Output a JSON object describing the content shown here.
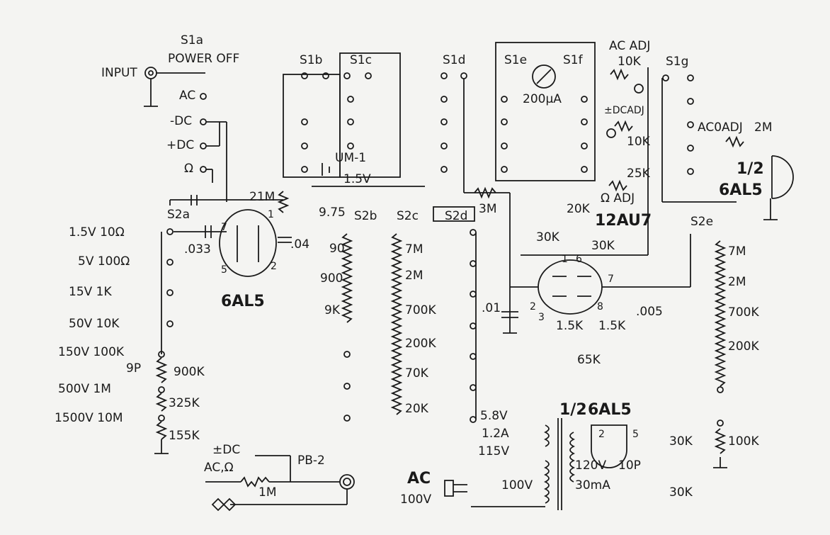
{
  "labels": {
    "input": "INPUT",
    "s1a": "S1a",
    "power_off": "POWER OFF",
    "s1b": "S1b",
    "s1c": "S1c",
    "s1d": "S1d",
    "s1e": "S1e",
    "s1f": "S1f",
    "s1g": "S1g",
    "ac": "AC",
    "minus_dc": "-DC",
    "plus_dc": "+DC",
    "ohm": "Ω",
    "meter": "200μA",
    "ac_adj": "AC ADJ",
    "r_10k_a": "10K",
    "dc_adj": "±DCADJ",
    "r_10k_b": "10K",
    "r_25k": "25K",
    "ohm_adj": "Ω ADJ",
    "um1": "UM-1",
    "batt_v": "1.5V",
    "r_21m": "21M",
    "c_04": ".04",
    "c_033": ".033",
    "tube_6al5": "6AL5",
    "s2a": "S2a",
    "s2b": "S2b",
    "s2c": "S2c",
    "s2d": "S2d",
    "s2e": "S2e",
    "r_3m": "3M",
    "c_01": ".01",
    "tube_12au7": "12AU7",
    "r_30k_a": "30K",
    "r_20k": "20K",
    "r_30k_b": "30K",
    "r_15k_a": "1.5K",
    "r_15k_b": "1.5K",
    "c_005": ".005",
    "r_65k": "65K",
    "ac0adj": "AC0ADJ",
    "r_2m_adj": "2M",
    "half": "1/2",
    "tube_6al5_b": "6AL5",
    "pin1": "1",
    "pin2": "2",
    "pin3": "3",
    "pin5": "5",
    "pin6": "6",
    "pin7": "7",
    "pin8": "8",
    "heater_v": "5.8V",
    "heater_a": "1.2A",
    "v115": "115V",
    "v120": "120V",
    "ma30": "30mA",
    "c_10p": "10P",
    "r_30k_c": "30K",
    "r_30k_d": "30K",
    "ac100": "AC",
    "v100": "100V",
    "v100b": "100V",
    "pb2": "PB-2",
    "pdc": "±DC",
    "acohm": "AC,Ω",
    "r_1m": "1M",
    "ranges_a": [
      "1.5V  10Ω",
      "5V 100Ω",
      "15V   1K",
      "50V  10K",
      "150V 100K",
      "500V   1M",
      "1500V  10M"
    ],
    "r_900k": "900K",
    "r_325k": "325K",
    "r_155k": "155K",
    "c_9p": "9P",
    "s2b_vals": [
      "9.75",
      "90",
      "900",
      "9K"
    ],
    "s2c_vals": [
      "7M",
      "2M",
      "700K",
      "200K",
      "70K",
      "20K"
    ],
    "s2e_vals": [
      "7M",
      "2M",
      "700K",
      "200K",
      "100K"
    ]
  }
}
